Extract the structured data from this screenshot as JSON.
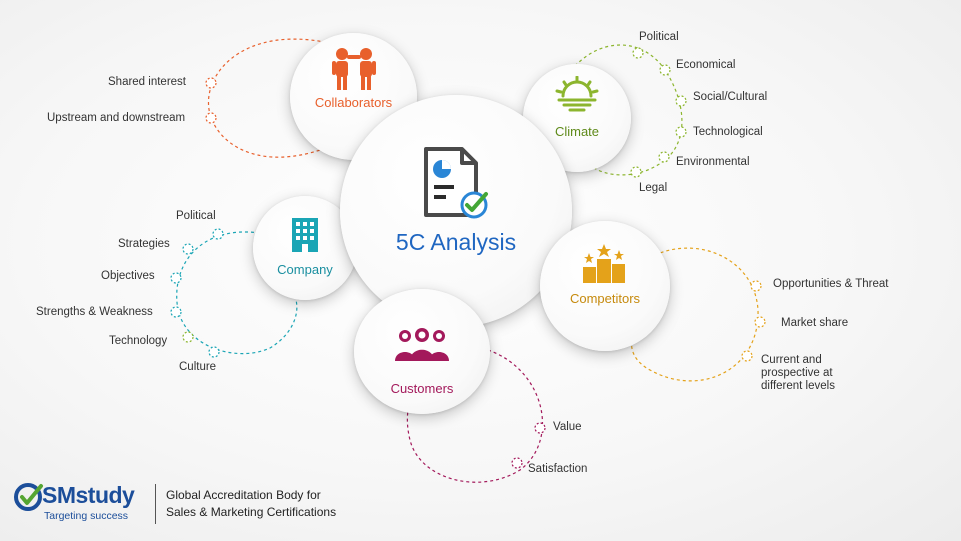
{
  "center": {
    "title": "5C Analysis"
  },
  "nodes": {
    "collaborators": {
      "label": "Collaborators",
      "color": "#e8602c",
      "items": [
        "Shared interest",
        "Upstream and downstream"
      ]
    },
    "climate": {
      "label": "Climate",
      "color": "#8cb52e",
      "items": [
        "Political",
        "Economical",
        "Social/Cultural",
        "Technological",
        "Environmental",
        "Legal"
      ]
    },
    "company": {
      "label": "Company",
      "color": "#1aa5b5",
      "items": [
        "Political",
        "Strategies",
        "Objectives",
        "Strengths & Weakness",
        "Technology",
        "Culture"
      ]
    },
    "competitors": {
      "label": "Competitors",
      "color": "#e4a21a",
      "items": [
        "Opportunities & Threat",
        "Market share",
        "Current and prospective at different levels"
      ]
    },
    "customers": {
      "label": "Customers",
      "color": "#a3195b",
      "items": [
        "Value",
        "Satisfaction"
      ]
    }
  },
  "logo": {
    "brand": "SMstudy",
    "slogan": "Targeting success",
    "brand_color": "#1c4e9a",
    "accent_color": "#55a532"
  },
  "tagline": {
    "line1": "Global Accreditation Body for",
    "line2": "Sales & Marketing Certifications"
  }
}
